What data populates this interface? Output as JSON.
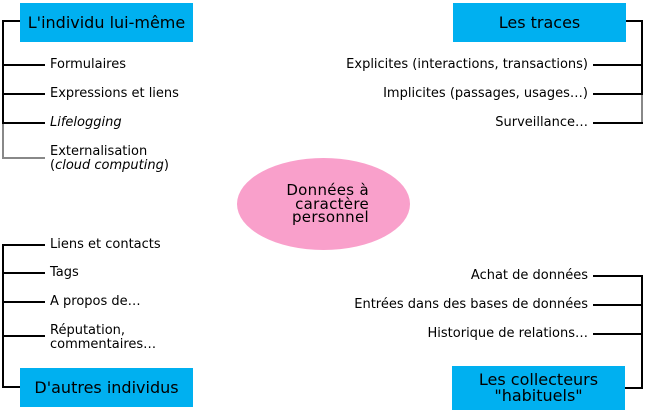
{
  "colors": {
    "node_bg": "#00B0F0",
    "root_bg": "#F9A0CB",
    "edge": "#000000",
    "edge_muted": "#888888"
  },
  "root": {
    "lines": [
      "Données à",
      "caractère",
      "personnel"
    ]
  },
  "branches": {
    "individu": {
      "title": "L'individu lui-même",
      "items": [
        {
          "text": "Formulaires"
        },
        {
          "text": "Expressions et liens"
        },
        {
          "text": "Lifelogging"
        },
        {
          "line1": "Externalisation",
          "line2_pre": "(",
          "line2_italic": "cloud computing",
          "line2_post": ")"
        }
      ]
    },
    "traces": {
      "title": "Les traces",
      "items": [
        {
          "text": "Explicites (interactions, transactions)"
        },
        {
          "text": "Implicites (passages, usages…)"
        },
        {
          "text": "Surveillance…"
        }
      ]
    },
    "autres": {
      "title": "D'autres individus",
      "items": [
        {
          "text": "Liens et contacts"
        },
        {
          "text": "Tags"
        },
        {
          "text": "A propos de…"
        },
        {
          "line1": "Réputation,",
          "line2": "commentaires…"
        }
      ]
    },
    "collecteurs": {
      "title_line1": "Les collecteurs",
      "title_line2": "\"habituels\"",
      "items": [
        {
          "text": "Achat de données"
        },
        {
          "text": "Entrées dans des bases de données"
        },
        {
          "text": "Historique de relations…"
        }
      ]
    }
  }
}
